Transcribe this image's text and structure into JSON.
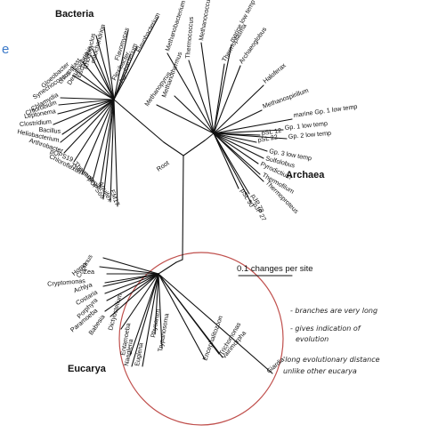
{
  "margin_glyph": "e",
  "groups": {
    "bacteria": "Bacteria",
    "archaea": "Archaea",
    "eucarya": "Eucarya"
  },
  "root_label": "Root",
  "scale_label": "0.1 changes per site",
  "bacteria_taxa": [
    "Flexibacter",
    "Flavobacterium",
    "Agrobacterium",
    "Flavomyces",
    "mitochondrion",
    "Rhodocyclus",
    "Escherichia",
    "Desulfovibrio",
    "chloroplast",
    "Synechococcus",
    "Gloeobacter",
    "Chlamydia",
    "Chlorobium",
    "Leptonema",
    "Clostridium",
    "Bacillus",
    "Heliobacterium",
    "Arthrobacter",
    "pOPS19",
    "Chloroflexus",
    "Thermus",
    "Thermotoga",
    "pOPS66",
    "Aquifex",
    "EM17"
  ],
  "archaea_taxa": [
    "Methanobacterium",
    "Methanococcus",
    "Thermococcus",
    "Methanothermus",
    "Methanopyrus",
    "Thermoplasma",
    "marine low temp",
    "Archaeoglobus",
    "Haloferax",
    "Methanospirillum",
    "marine Gp. 1 low temp",
    "Gp. 1 low temp",
    "Gp. 2 low temp",
    "pSL 22",
    "pSL 12",
    "Gp. 3 low temp",
    "Sulfolobus",
    "Pyrodictium",
    "Thermofilum",
    "Thermoproteus",
    "pJP 27",
    "pJP 78",
    "pSL 50"
  ],
  "eucarya_taxa": [
    "Coprinus",
    "Homo",
    "Zea",
    "Cryptomonas",
    "Achlya",
    "Costaria",
    "Porphyra",
    "Paramoeba",
    "Babesia",
    "Dictyostelium",
    "Entamoeba",
    "Naegleria",
    "Euglena",
    "Physarum",
    "Trypanosoma",
    "Encephalitozoon",
    "Trichomonas",
    "Vairimorpha",
    "Giardia"
  ],
  "notes": [
    "- branches are very long",
    "- gives indication of",
    "  evolution",
    "'long evolutionary distance",
    " unlike other eucarya"
  ]
}
